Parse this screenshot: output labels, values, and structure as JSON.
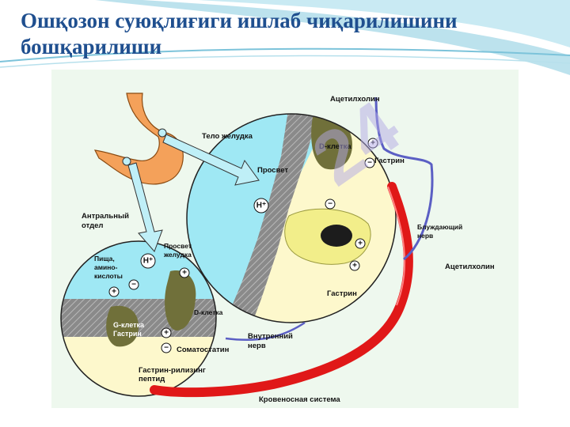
{
  "slide": {
    "title_line1": "Ошқозон суюқлиғиги ишлаб чиқарилишини",
    "title_line2": "бошқарилиши"
  },
  "diagram": {
    "labels": {
      "acetylcholine_top": "Ацетилхолин",
      "body_of_stomach": "Тело желудка",
      "d_cell_large": "D-клетка",
      "gastrin_top": "Гастрин",
      "lumen_large": "Просвет",
      "vagus_nerve_1": "Блуждающий",
      "vagus_nerve_2": "нерв",
      "antral_1": "Антральный",
      "antral_2": "отдел",
      "lumen_small_1": "Просвет",
      "lumen_small_2": "желудка",
      "food_1": "Пища,",
      "food_2": "амино-",
      "food_3": "кислоты",
      "acetylcholine_mid": "Ацетилхолин",
      "gastrin_mid": "Гастрин",
      "d_cell_small": "D-клетка",
      "g_cell_1": "G-клетка",
      "g_cell_2": "Гастрин",
      "internal_nerve_1": "Внутренний",
      "internal_nerve_2": "нерв",
      "somatostatin": "Соматостатин",
      "grp_1": "Гастрин-рилизинг",
      "grp_2": "пептид",
      "circulatory_system": "Кровеносная система"
    },
    "signs": {
      "plus": "+",
      "minus": "−",
      "hplus": "H⁺"
    },
    "colors": {
      "lumen": "#9fe8f4",
      "tissue_cream": "#fdf8cc",
      "gray_band": "#8c8c8c",
      "d_cell": "#70703a",
      "parietal": "#f2ee8a",
      "blood": "#e01818",
      "stomach": "#f4a15a",
      "arrow_fill": "#bfeff7",
      "nerve": "#5b5fc4"
    },
    "watermark": "24"
  }
}
